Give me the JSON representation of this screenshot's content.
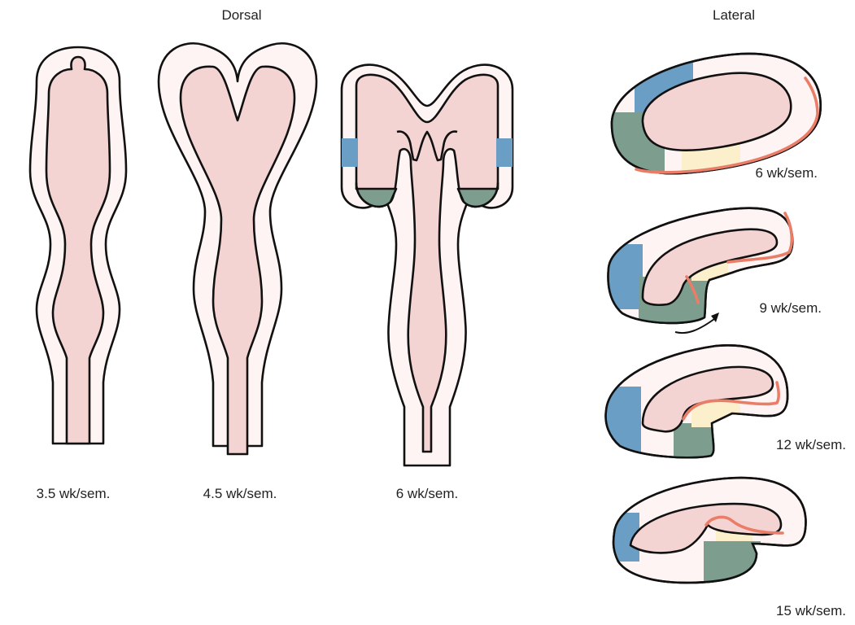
{
  "headings": {
    "dorsal": "Dorsal",
    "lateral": "Lateral"
  },
  "dorsal_stages": [
    {
      "label": "3.5 wk/sem."
    },
    {
      "label": "4.5 wk/sem."
    },
    {
      "label": "6 wk/sem."
    }
  ],
  "lateral_stages": [
    {
      "label": "6 wk/sem."
    },
    {
      "label": "9 wk/sem."
    },
    {
      "label": "12 wk/sem."
    },
    {
      "label": "15 wk/sem."
    }
  ],
  "colors": {
    "outer_fill": "#fdf4f3",
    "lumen": "#f4d3d3",
    "blue_region": "#6a9ec4",
    "green_region": "#7d9e8e",
    "yellow_region": "#fbefcc",
    "red_boundary": "#ea7d68",
    "outline": "#111111"
  }
}
